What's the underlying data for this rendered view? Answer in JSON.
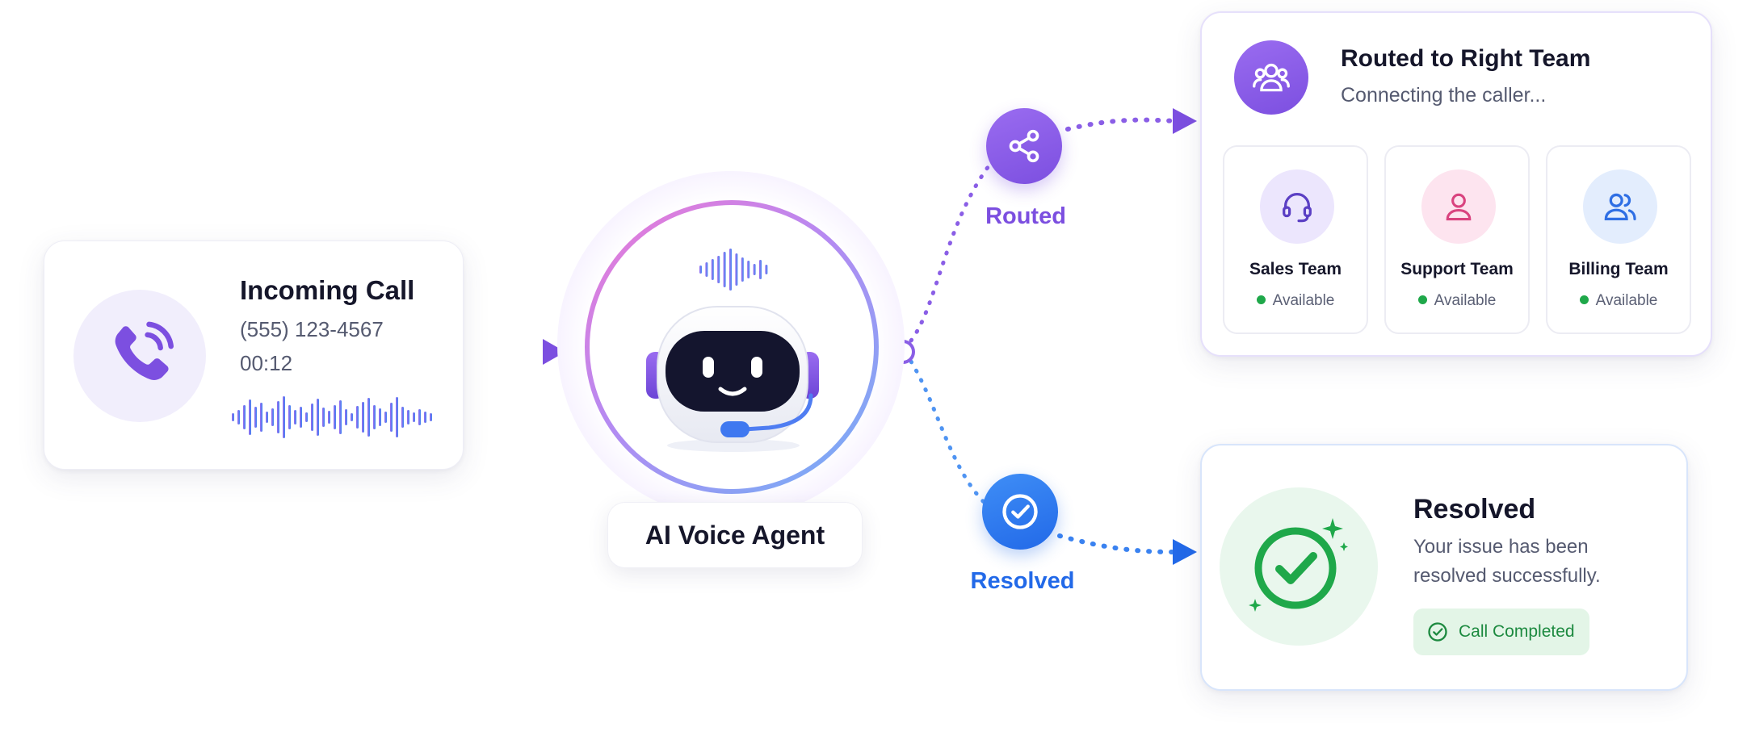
{
  "incoming_call": {
    "title": "Incoming Call",
    "number": "(555) 123-4567",
    "timer": "00:12",
    "icon": "phone-ringing-icon"
  },
  "agent": {
    "label": "AI Voice Agent",
    "icon": "robot-headset-icon"
  },
  "paths": {
    "routed_label": "Routed",
    "resolved_label": "Resolved",
    "routed_icon": "share-icon",
    "resolved_icon": "check-circle-icon"
  },
  "routed_card": {
    "title": "Routed to Right Team",
    "subtitle": "Connecting the caller...",
    "icon": "users-group-icon",
    "teams": [
      {
        "name": "Sales Team",
        "status": "Available",
        "icon": "headset-icon"
      },
      {
        "name": "Support Team",
        "status": "Available",
        "icon": "user-icon"
      },
      {
        "name": "Billing Team",
        "status": "Available",
        "icon": "users-icon"
      }
    ]
  },
  "resolved_card": {
    "title": "Resolved",
    "line1": "Your issue has been",
    "line2": "resolved successfully.",
    "pill": "Call Completed",
    "icon": "check-sparkle-icon"
  },
  "colors": {
    "purple": "#7c4fe0",
    "blue": "#2269e8",
    "green": "#1fa84a",
    "pink": "#ee78d4"
  }
}
